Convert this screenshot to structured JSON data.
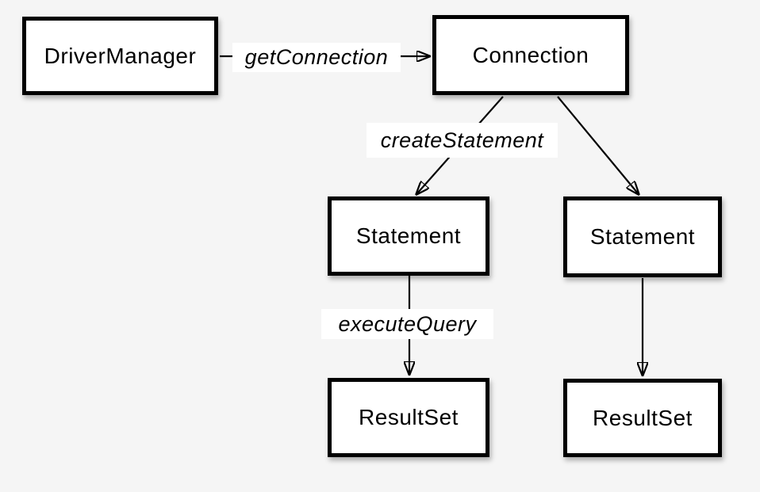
{
  "diagram": {
    "colors": {
      "background": "#f5f5f5",
      "box_fill": "#ffffff",
      "box_border": "#000000",
      "text": "#000000",
      "label_background": "#ffffff"
    },
    "nodes": [
      {
        "id": "drivermanager",
        "label": "DriverManager"
      },
      {
        "id": "connection",
        "label": "Connection"
      },
      {
        "id": "statement-left",
        "label": "Statement"
      },
      {
        "id": "statement-right",
        "label": "Statement"
      },
      {
        "id": "resultset-left",
        "label": "ResultSet"
      },
      {
        "id": "resultset-right",
        "label": "ResultSet"
      }
    ],
    "edges": [
      {
        "from": "DriverManager",
        "to": "Connection",
        "label": "getConnection"
      },
      {
        "from": "Connection",
        "to": "Statement (left)",
        "label": "createStatement"
      },
      {
        "from": "Connection",
        "to": "Statement (right)",
        "label": ""
      },
      {
        "from": "Statement (left)",
        "to": "ResultSet (left)",
        "label": "executeQuery"
      },
      {
        "from": "Statement (right)",
        "to": "ResultSet (right)",
        "label": ""
      }
    ]
  }
}
